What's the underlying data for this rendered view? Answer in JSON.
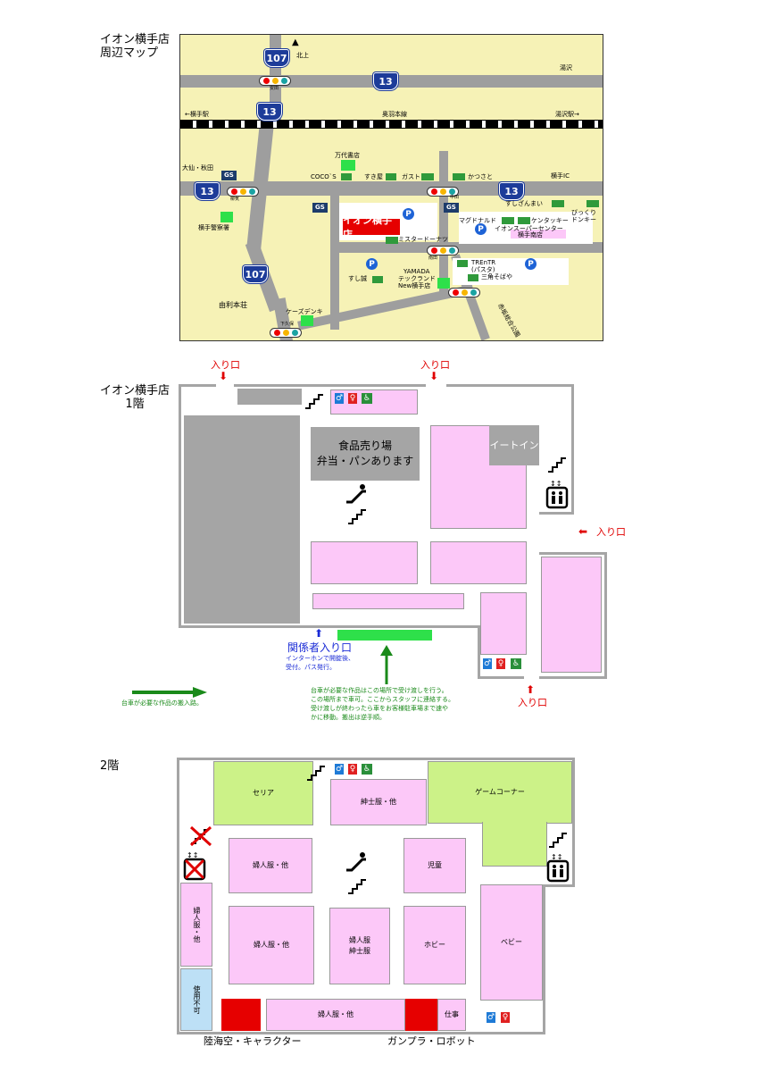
{
  "map_section": {
    "title_l1": "イオン横手店",
    "title_l2": "周辺マップ",
    "labels": {
      "north": "北上",
      "yuzawa": "湯沢",
      "yokote_station": "←横手駅",
      "ou_line": "奥羽本線",
      "yuzawa_station": "湯沢駅→",
      "yasuda": "安田",
      "mandai": "万代書店",
      "coco": "COCO`S",
      "sukiya": "すき屋",
      "gust": "ガスト",
      "katsusato": "かつさと",
      "omagari_akita": "大仙・秋田",
      "yokote_ic": "横手IC",
      "enoki": "柳気",
      "chuo": "中田",
      "sushizanmai": "すしざんまい",
      "bikkuri_l1": "びっくり",
      "bikkuri_l2": "ドンキー",
      "police": "横手警察署",
      "aeon_store": "イオン横手店",
      "mcdonalds": "マグドナルド",
      "kfc": "ケンタッキー",
      "aeon_super": "イオンスーパーセンター",
      "aeon_super2": "横手南店",
      "misdo": "ミスタードーナツ",
      "minamida": "南田",
      "trentr_l1": "TREnTR",
      "trentr_l2": "(パスタ)",
      "yamada_l1": "YAMADA",
      "yamada_l2": "テックランド",
      "yamada_l3": "New横手店",
      "sushisei": "すし誠",
      "sankaku": "三角そばや",
      "yurihonjo": "由利本荘",
      "ksdenki": "ケーズデンキ",
      "shimohisayoshi": "下久保",
      "akasaka_park": "赤坂総合公園",
      "route107": "107",
      "route13": "13",
      "gs": "GS",
      "p": "P"
    }
  },
  "floor1": {
    "title_l1": "イオン横手店",
    "title_l2": "1階",
    "entrance": "入り口",
    "food_l1": "食品売り場",
    "food_l2": "弁当・パンあります",
    "eat_in": "イートイン",
    "staff_entrance": "関係者入り口",
    "staff_note_l1": "インターホンで開錠後、",
    "staff_note_l2": "受付。パス発行。",
    "delivery_note_l1": "台車が必要な作品はこの場所で受け渡しを行う。",
    "delivery_note_l2": "この場所まで車可。ここからスタッフに連絡する。",
    "delivery_note_l3": "受け渡しが終わったら車をお客様駐車場まで速や",
    "delivery_note_l4": "かに移動。搬出は逆手順。",
    "legend": "台車が必要な作品の搬入路。"
  },
  "floor2": {
    "title": "2階",
    "seria": "セリア",
    "mens": "紳士服・他",
    "game": "ゲームコーナー",
    "womens": "婦人服・他",
    "kids": "児童",
    "womens_v": "婦人服・他",
    "womens2": "婦人服・他",
    "womens_mens_l1": "婦人服",
    "womens_mens_l2": "紳士服",
    "hobby": "ホビー",
    "baby": "ベビー",
    "unusable": "使用不可",
    "womens3": "婦人服・他",
    "work": "仕事",
    "rikukai": "陸海空・キャラクター",
    "gunpla": "ガンプラ・ロボット"
  },
  "colors": {
    "red": "#e00000",
    "blue": "#1a2bd6",
    "green": "#1a8a1a",
    "pink": "#fcc8f8",
    "lime": "#ccf288",
    "gray": "#a5a5a5"
  }
}
